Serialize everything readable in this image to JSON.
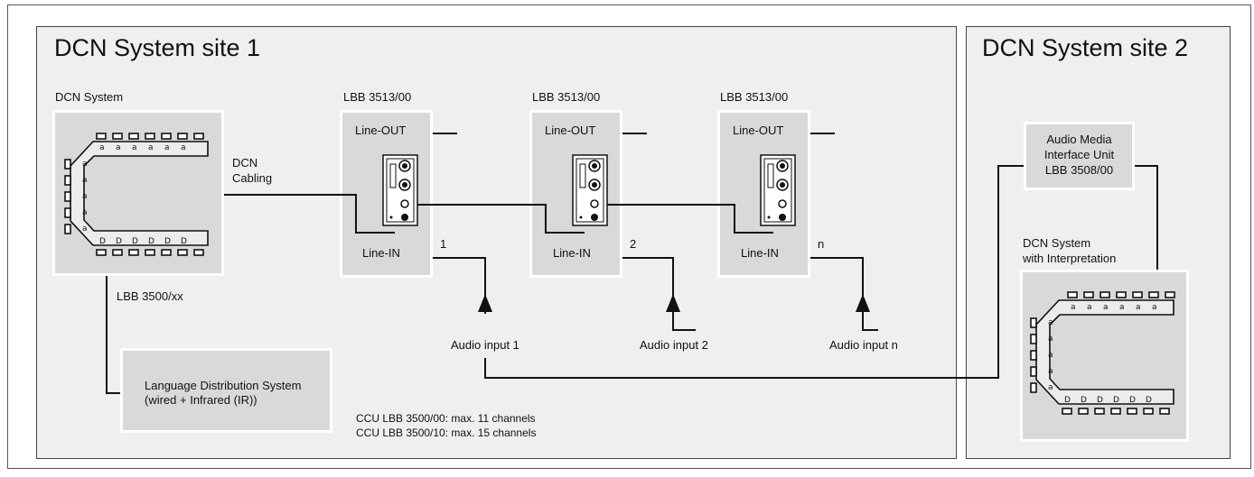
{
  "sites": {
    "site1_title": "DCN System site 1",
    "site2_title": "DCN System site 2"
  },
  "site1": {
    "dcn_system_label": "DCN System",
    "ccu_label": "LBB 3500/xx",
    "cabling_label_line1": "DCN",
    "cabling_label_line2": "Cabling",
    "lds_line1": "Language Distribution System",
    "lds_line2": "(wired + Infrared (IR))",
    "note_line1": "CCU LBB 3500/00: max. 11 channels",
    "note_line2": "CCU LBB 3500/10: max. 15 channels",
    "units": [
      {
        "title": "LBB 3513/00",
        "line_out": "Line-OUT",
        "line_in": "Line-IN",
        "channel": "1",
        "audio_input": "Audio input 1"
      },
      {
        "title": "LBB 3513/00",
        "line_out": "Line-OUT",
        "line_in": "Line-IN",
        "channel": "2",
        "audio_input": "Audio input 2"
      },
      {
        "title": "LBB 3513/00",
        "line_out": "Line-OUT",
        "line_in": "Line-IN",
        "channel": "n",
        "audio_input": "Audio input n"
      }
    ]
  },
  "site2": {
    "amiu_line1": "Audio Media",
    "amiu_line2": "Interface Unit",
    "amiu_line3": "LBB 3508/00",
    "dcn_interp_line1": "DCN System",
    "dcn_interp_line2": "with Interpretation"
  },
  "icons": [
    "conference-table-icon",
    "connector-panel-icon",
    "arrow-up-icon"
  ]
}
